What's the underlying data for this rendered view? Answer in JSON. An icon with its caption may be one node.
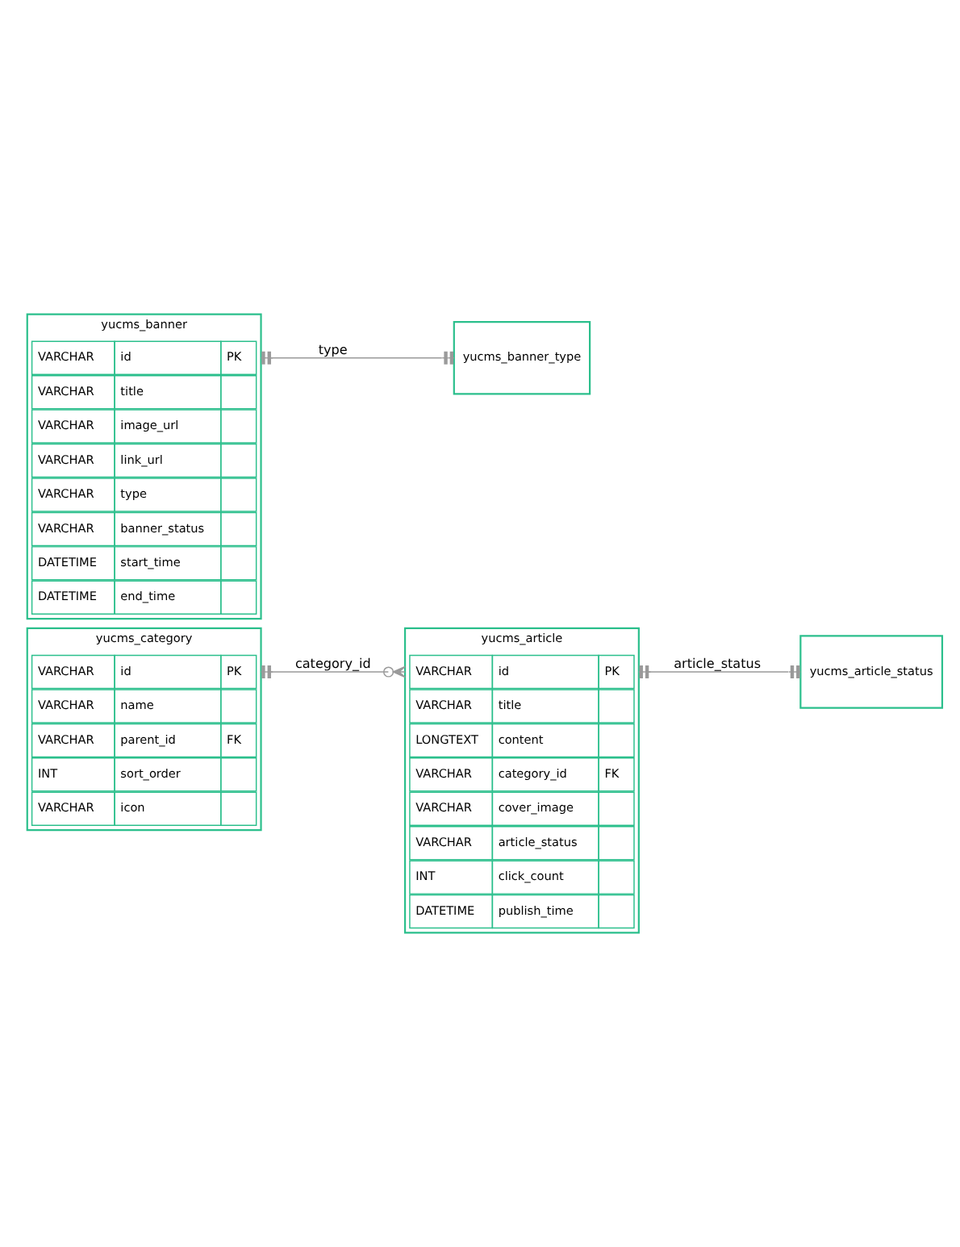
{
  "diagram": {
    "nodes": [
      {
        "text": [
          "yucms_category"
        ]
      },
      {
        "text": [
          "VARCHAR",
          "id",
          "PK"
        ],
        "in": 0
      },
      {
        "text": [
          "VARCHAR",
          "name"
        ],
        "in": 0
      },
      {
        "text": [
          "VARCHAR",
          "parent_id",
          "FK"
        ],
        "in": 0
      },
      {
        "text": [
          "INT",
          "sort_order"
        ],
        "in": 0
      },
      {
        "text": [
          "VARCHAR",
          "icon"
        ],
        "in": 0
      },
      {
        "text": [
          "yucms_banner"
        ]
      },
      {
        "text": [
          "VARCHAR",
          "id",
          "PK"
        ],
        "in": 6
      },
      {
        "text": [
          "VARCHAR",
          "title"
        ],
        "in": 6
      },
      {
        "text": [
          "VARCHAR",
          "image_url"
        ],
        "in": 6
      },
      {
        "text": [
          "VARCHAR",
          "link_url"
        ],
        "in": 6
      },
      {
        "text": [
          "VARCHAR",
          "type"
        ],
        "in": 6
      },
      {
        "text": [
          "VARCHAR",
          "banner_status"
        ],
        "in": 6
      },
      {
        "text": [
          "DATETIME",
          "start_time"
        ],
        "in": 6
      },
      {
        "text": [
          "DATETIME",
          "end_time"
        ],
        "in": 6
      },
      {
        "text": [
          "yucms_article"
        ]
      },
      {
        "text": [
          "VARCHAR",
          "id",
          "PK"
        ],
        "in": 15
      },
      {
        "text": [
          "VARCHAR",
          "title"
        ],
        "in": 15
      },
      {
        "text": [
          "LONGTEXT",
          "content"
        ],
        "in": 15
      },
      {
        "text": [
          "VARCHAR",
          "category_id",
          "FK"
        ],
        "in": 15
      },
      {
        "text": [
          "VARCHAR",
          "cover_image"
        ],
        "in": 15
      },
      {
        "text": [
          "VARCHAR",
          "article_status"
        ],
        "in": 15
      },
      {
        "text": [
          "INT",
          "click_count"
        ],
        "in": 15
      },
      {
        "text": [
          "DATETIME",
          "publish_time"
        ],
        "in": 15
      },
      {
        "text": [
          "yucms_banner_type"
        ]
      },
      {
        "text": [
          "yucms_article_status"
        ]
      }
    ],
    "edges": [
      {
        "from": 0,
        "to": 15,
        "arrow": "other",
        "label": "category_id"
      },
      {
        "from": 6,
        "to": 24,
        "arrow": "other",
        "label": "type"
      },
      {
        "from": 15,
        "to": 25,
        "arrow": "other",
        "label": "article_status"
      }
    ]
  }
}
